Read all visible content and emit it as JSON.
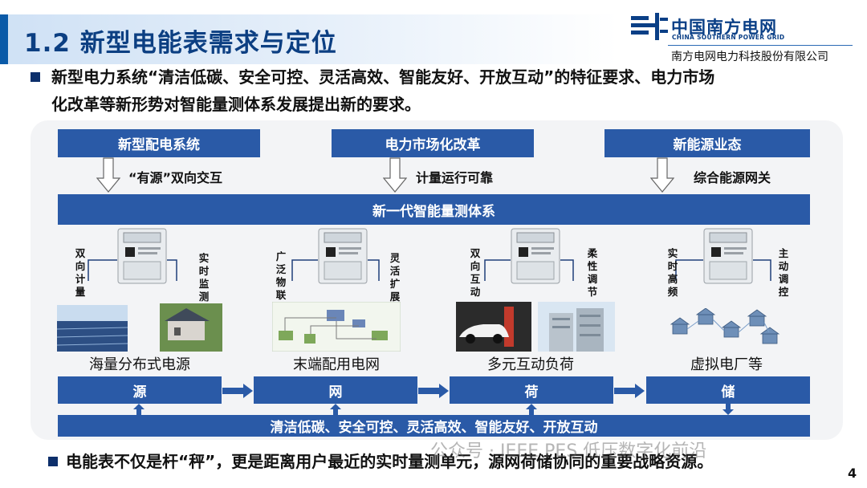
{
  "header": {
    "title": "1.2 新型电能表需求与定位",
    "logo_cn": "中国南方电网",
    "logo_en": "CHINA SOUTHERN POWER GRID",
    "company": "南方电网电力科技股份有限公司"
  },
  "intro": {
    "line1": "新型电力系统“清洁低碳、安全可控、灵活高效、智能友好、开放互动”的特征要求、电力市场",
    "line2": "化改革等新形势对智能量测体系发展提出新的要求。"
  },
  "diagram": {
    "drivers": [
      {
        "label": "新型配电系统",
        "arrow_label": "“有源”双向交互"
      },
      {
        "label": "电力市场化改革",
        "arrow_label": "计量运行可靠"
      },
      {
        "label": "新能源业态",
        "arrow_label": "综合能源网关"
      }
    ],
    "system_label": "新一代智能量测体系",
    "groups": [
      {
        "left_label": "双向计量",
        "right_label": "实时监测",
        "caption": "海量分布式电源",
        "stage": "源"
      },
      {
        "left_label": "广泛物联",
        "right_label": "灵活扩展",
        "caption": "末端配用电网",
        "stage": "网"
      },
      {
        "left_label": "双向互动",
        "right_label": "柔性调节",
        "caption": "多元互动负荷",
        "stage": "荷"
      },
      {
        "left_label": "实时高频",
        "right_label": "主动调控",
        "caption": "虚拟电厂等",
        "stage": "储"
      }
    ],
    "bottom_label": "清洁低碳、安全可控、灵活高效、智能友好、开放互动"
  },
  "footer": {
    "text": "电能表不仅是杆“秤”，更是距离用户最近的实时量测单元，源网荷储协同的重要战略资源。",
    "watermark": "公众号 · IEEE PES 低压数字化前沿",
    "page_number": "4"
  },
  "colors": {
    "box_blue": "#2a5aa7",
    "title_blue": "#0c3f82",
    "bullet": "#0d2f6b"
  }
}
